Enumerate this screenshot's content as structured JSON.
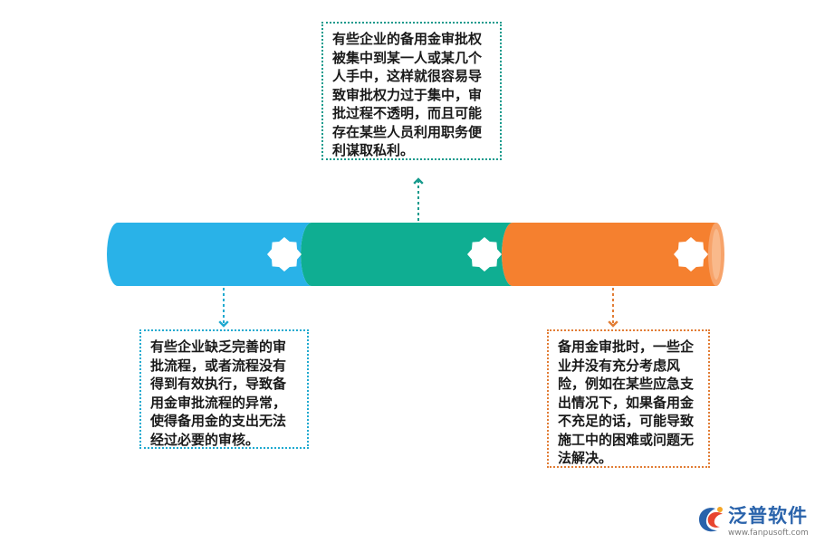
{
  "notes": {
    "top": "有些企业的备用金审批权被集中到某一人或某几个人手中，这样就很容易导致审批权力过于集中，审批过程不透明，而且可能存在某些人员利用职务便利谋取私利。",
    "left": "有些企业缺乏完善的审批流程，或者流程没有得到有效执行，导致备用金审批流程的异常，使得备用金的支出无法经过必要的审核。",
    "right": "备用金审批时，一些企业并没有充分考虑风险，例如在某些应急支出情况下，如果备用金不充足的话，可能导致施工中的困难或问题无法解决。"
  },
  "segments": [
    {
      "name": "segment-blue",
      "color": "#29b2e8",
      "icon": "gear-icon"
    },
    {
      "name": "segment-green",
      "color": "#0fae92",
      "icon": "gear-icon"
    },
    {
      "name": "segment-orange",
      "color": "#f5802f",
      "icon": "gear-icon"
    }
  ],
  "logo": {
    "text": "泛普软件",
    "url": "www.fanpusoft.com",
    "color": "#2a63ab"
  }
}
